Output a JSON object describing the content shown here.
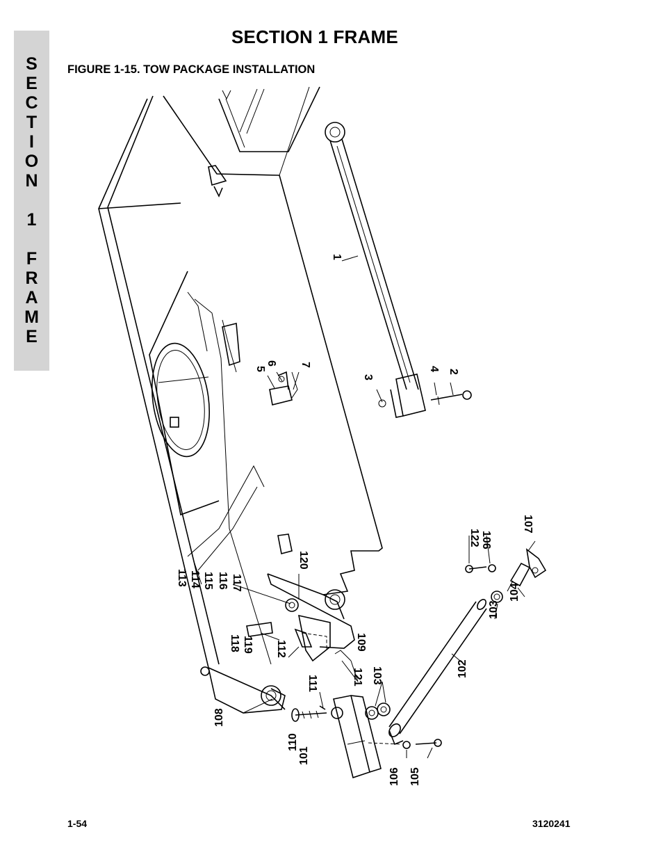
{
  "page": {
    "section_title": "SECTION 1  FRAME",
    "figure_title": "FIGURE 1-15.  TOW PACKAGE INSTALLATION",
    "page_number": "1-54",
    "document_number": "3120241"
  },
  "side_tab": {
    "letters": [
      "S",
      "E",
      "C",
      "T",
      "I",
      "O",
      "N",
      " ",
      "1",
      " ",
      "F",
      "R",
      "A",
      "M",
      "E"
    ]
  },
  "callouts": [
    "1",
    "2",
    "3",
    "4",
    "5",
    "6",
    "7",
    "101",
    "102",
    "103",
    "103",
    "104",
    "105",
    "106",
    "106",
    "107",
    "108",
    "109",
    "110",
    "111",
    "112",
    "113",
    "114",
    "115",
    "116",
    "117",
    "118",
    "119",
    "120",
    "121",
    "122"
  ]
}
